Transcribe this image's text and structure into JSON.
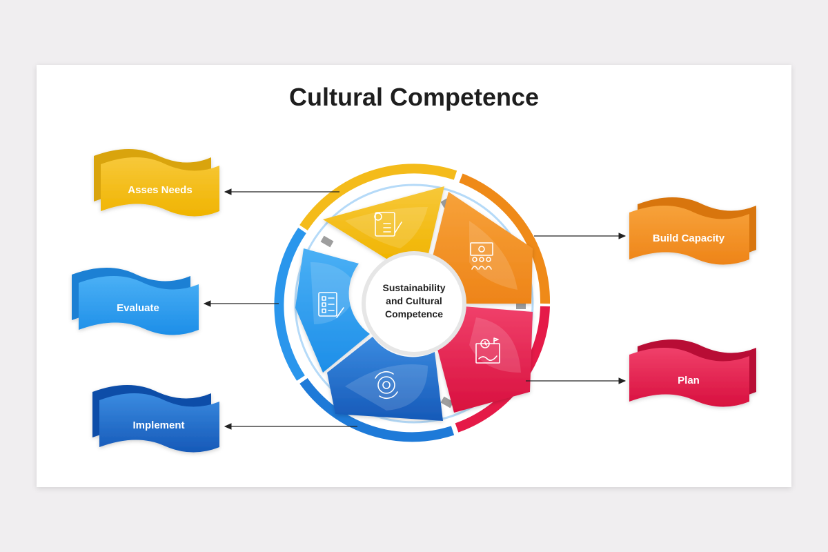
{
  "title": "Cultural Competence",
  "center": {
    "line1": "Sustainability",
    "line2": "and Cultural",
    "line3": "Competence"
  },
  "flags": {
    "asses_needs": {
      "label": "Asses Needs",
      "color": "#f2b418"
    },
    "evaluate": {
      "label": "Evaluate",
      "color": "#2196f3"
    },
    "implement": {
      "label": "Implement",
      "color": "#1565c0"
    },
    "build_capacity": {
      "label": "Build Capacity",
      "color": "#f08a1c"
    },
    "plan": {
      "label": "Plan",
      "color": "#e8194a"
    }
  },
  "segments": [
    {
      "name": "asses-needs",
      "icon": "document-checklist-icon",
      "color": "#f6c11f"
    },
    {
      "name": "build-capacity",
      "icon": "team-presentation-icon",
      "color": "#f39a2b"
    },
    {
      "name": "plan",
      "icon": "planning-map-icon",
      "color": "#ec3a5f"
    },
    {
      "name": "implement",
      "icon": "gear-cycle-icon",
      "color": "#2b7fe0"
    },
    {
      "name": "evaluate",
      "icon": "checklist-clipboard-icon",
      "color": "#4aa8ef"
    }
  ]
}
